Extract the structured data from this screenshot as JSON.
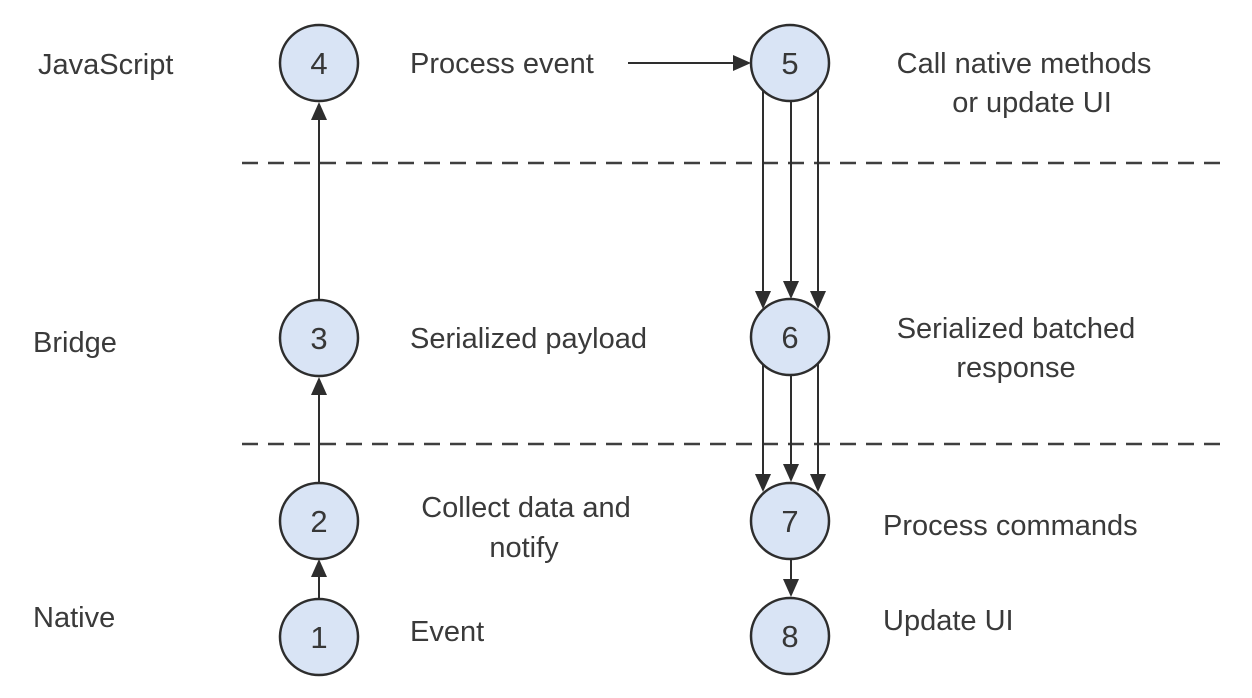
{
  "colors": {
    "background": "#ffffff",
    "node_fill": "#d9e4f5",
    "node_stroke": "#2d2d2d",
    "arrow": "#2e2e2e",
    "text": "#3a3a3a",
    "divider": "#3f3f3f"
  },
  "lanes": {
    "top": "JavaScript",
    "middle": "Bridge",
    "bottom": "Native"
  },
  "nodes": {
    "n1": {
      "number": "1"
    },
    "n2": {
      "number": "2"
    },
    "n3": {
      "number": "3"
    },
    "n4": {
      "number": "4"
    },
    "n5": {
      "number": "5"
    },
    "n6": {
      "number": "6"
    },
    "n7": {
      "number": "7"
    },
    "n8": {
      "number": "8"
    }
  },
  "annotations": {
    "event": "Event",
    "collect_data_line1": "Collect data and",
    "collect_data_line2": "notify",
    "serialized_payload": "Serialized payload",
    "process_event": "Process event",
    "call_native_line1": "Call native methods",
    "call_native_line2": "or update UI",
    "serialized_batched_line1": "Serialized batched",
    "serialized_batched_line2": "response",
    "process_commands": "Process commands",
    "update_ui": "Update UI"
  }
}
